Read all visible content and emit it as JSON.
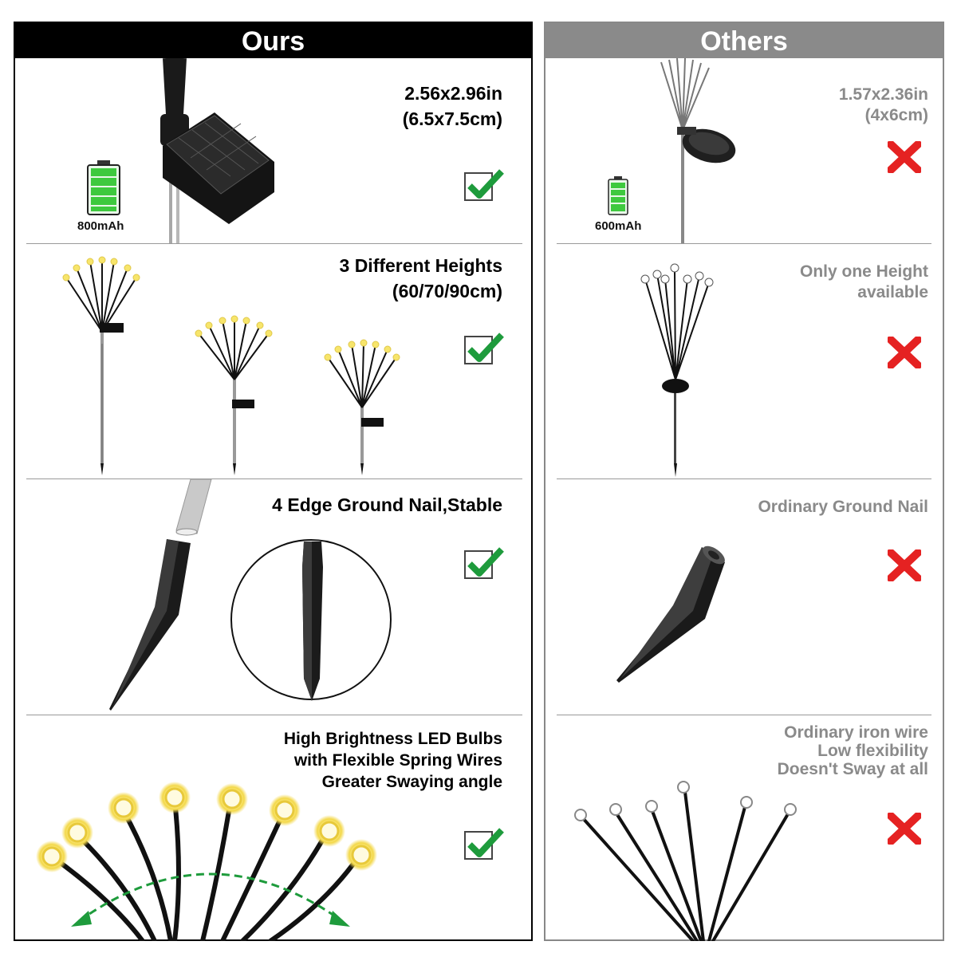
{
  "columns": {
    "ours": {
      "title": "Ours"
    },
    "others": {
      "title": "Others"
    }
  },
  "rows": [
    {
      "ours": {
        "lines": [
          "2.56x2.96in",
          "(6.5x7.5cm)"
        ],
        "battery": "800mAh"
      },
      "others": {
        "lines": [
          "1.57x2.36in",
          "(4x6cm)"
        ],
        "battery": "600mAh"
      }
    },
    {
      "ours": {
        "lines": [
          "3 Different Heights",
          "(60/70/90cm)"
        ]
      },
      "others": {
        "lines": [
          "Only one Height",
          "available"
        ]
      }
    },
    {
      "ours": {
        "lines": [
          "4 Edge Ground Nail,Stable"
        ]
      },
      "others": {
        "lines": [
          "Ordinary Ground Nail"
        ]
      }
    },
    {
      "ours": {
        "lines": [
          "High Brightness LED Bulbs",
          "with Flexible Spring Wires",
          "Greater Swaying angle"
        ]
      },
      "others": {
        "lines": [
          "Ordinary iron wire",
          "Low flexibility",
          "Doesn't Sway at all"
        ]
      }
    }
  ],
  "colors": {
    "check": "#1e9b3c",
    "cross": "#e52222",
    "battery": "#3ec93e",
    "bulb": "#f7e56b"
  },
  "icons": {
    "yes": "checkmark-box-icon",
    "no": "red-x-icon"
  }
}
